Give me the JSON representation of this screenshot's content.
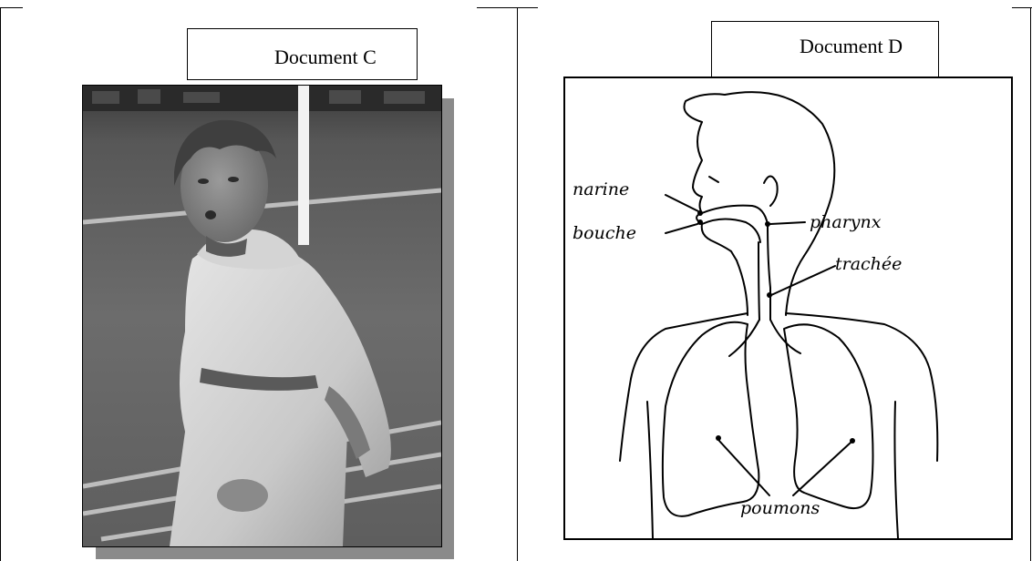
{
  "document_c": {
    "title": "Document C"
  },
  "document_d": {
    "title": "Document D",
    "labels": {
      "narine": "narine",
      "bouche": "bouche",
      "pharynx": "pharynx",
      "trachee": "trachée",
      "poumons": "poumons"
    }
  }
}
